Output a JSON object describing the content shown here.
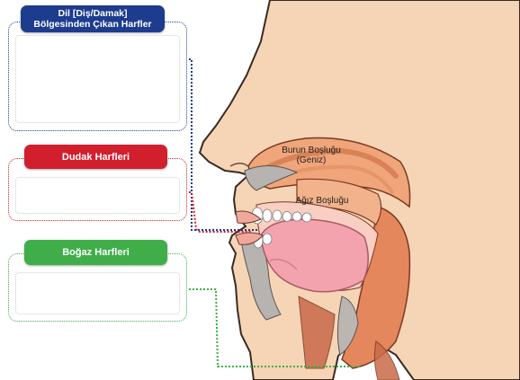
{
  "groups": {
    "tongue": {
      "title_line1": "Dil [Diş/Damak]",
      "title_line2": "Bölgesinden Çıkan Harfler",
      "color": "#1d3c8e"
    },
    "lip": {
      "title": "Dudak Harfleri",
      "color": "#d11f2e"
    },
    "throat": {
      "title": "Boğaz Harfleri",
      "color": "#3fae49"
    }
  },
  "anatomy": {
    "nasal_line1": "Burun Boşluğu",
    "nasal_line2": "(Geniz)",
    "oral": "Ağız Boşluğu"
  }
}
